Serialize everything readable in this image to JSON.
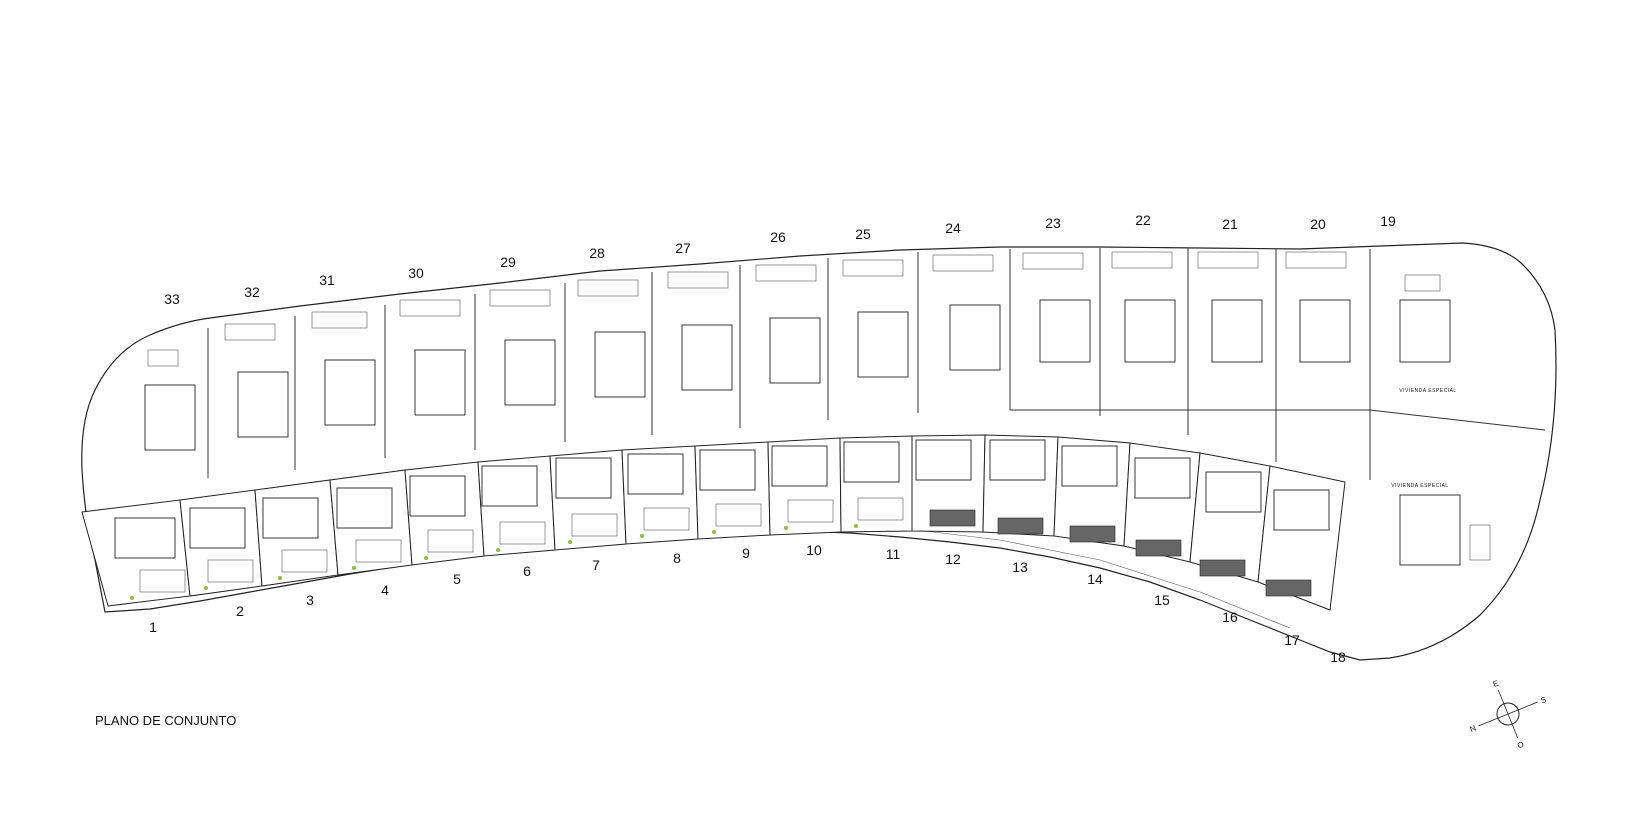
{
  "plan": {
    "title": "PLANO DE CONJUNTO",
    "special_label_1": "VIVIENDA ESPECIAL",
    "special_label_2": "VIVIENDA ESPECIAL"
  },
  "front_lots": [
    "1",
    "2",
    "3",
    "4",
    "5",
    "6",
    "7",
    "8",
    "9",
    "10",
    "11",
    "12",
    "13",
    "14",
    "15",
    "16",
    "17",
    "18"
  ],
  "back_lots": [
    "19",
    "20",
    "21",
    "22",
    "23",
    "24",
    "25",
    "26",
    "27",
    "28",
    "29",
    "30",
    "31",
    "32",
    "33"
  ],
  "compass": {
    "north": "N",
    "east": "E",
    "south": "S",
    "west": "O"
  },
  "colors": {
    "line": "#222222",
    "garden_marker": "#8bbf3a",
    "paving_hatch": "#666666"
  }
}
